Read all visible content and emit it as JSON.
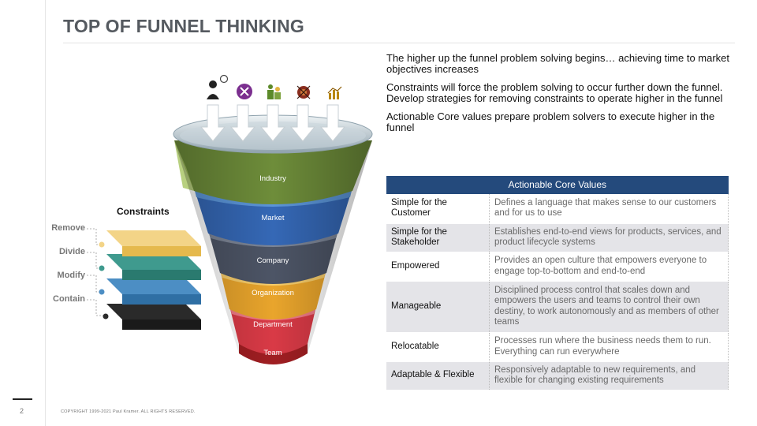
{
  "title": "TOP OF FUNNEL THINKING",
  "page_number": "2",
  "copyright": "COPYRIGHT 1999-2021 Paul Kramer.  ALL RIGHTS RESERVED.",
  "bullets": [
    "The higher up the funnel problem solving begins… achieving time to market objectives increases",
    "Constraints will force the problem solving to occur further down the funnel. Develop strategies for removing constraints to operate higher in the funnel",
    "Actionable Core values prepare problem solvers to execute higher in the funnel"
  ],
  "funnel": {
    "layers": [
      "Industry",
      "Market",
      "Company",
      "Organization",
      "Department",
      "Team"
    ],
    "top_icons": [
      "person-idea-icon",
      "tools-icon",
      "team-icon",
      "shield-icon",
      "bar-chart-icon"
    ]
  },
  "constraints": {
    "title": "Constraints",
    "labels": [
      "Remove",
      "Divide",
      "Modify",
      "Contain"
    ]
  },
  "core_values": {
    "header": "Actionable Core Values",
    "rows": [
      {
        "name": "Simple for the Customer",
        "desc": "Defines a language that makes sense to our customers and  for us to use"
      },
      {
        "name": "Simple for the Stakeholder",
        "desc": "Establishes end-to-end views for products, services, and product lifecycle  systems"
      },
      {
        "name": "Empowered",
        "desc": "Provides an open culture that empowers everyone to engage top-to-bottom and end-to-end"
      },
      {
        "name": "Manageable",
        "desc": "Disciplined process control that scales down and empowers the users and teams to control their own destiny, to work autonomously and as members of other teams"
      },
      {
        "name": "Relocatable",
        "desc": "Processes run where the business needs them to run. Everything can run everywhere"
      },
      {
        "name": "Adaptable & Flexible",
        "desc": "Responsively adaptable to new requirements, and flexible for changing  existing requirements"
      }
    ]
  }
}
